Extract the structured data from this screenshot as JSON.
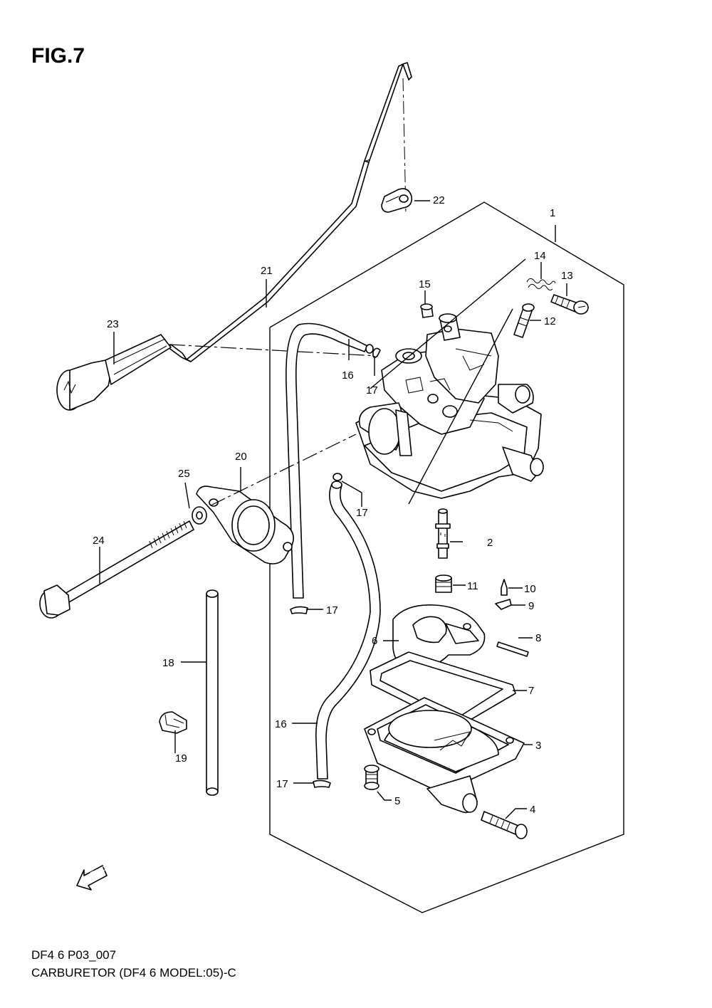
{
  "figure": {
    "title": "FIG.7",
    "code": "DF4 6 P03_007",
    "description": "CARBURETOR (DF4 6 MODEL:05)-C",
    "direction_arrow": "FWD"
  },
  "callouts": {
    "c1": "1",
    "c2": "2",
    "c3": "3",
    "c4": "4",
    "c5": "5",
    "c6": "6",
    "c7": "7",
    "c8": "8",
    "c9": "9",
    "c10": "10",
    "c11": "11",
    "c12": "12",
    "c13": "13",
    "c14": "14",
    "c15": "15",
    "c16a": "16",
    "c16b": "16",
    "c17a": "17",
    "c17b": "17",
    "c17c": "17",
    "c17d": "17",
    "c18": "18",
    "c19": "19",
    "c20": "20",
    "c21": "21",
    "c22": "22",
    "c23": "23",
    "c24": "24",
    "c25": "25"
  }
}
